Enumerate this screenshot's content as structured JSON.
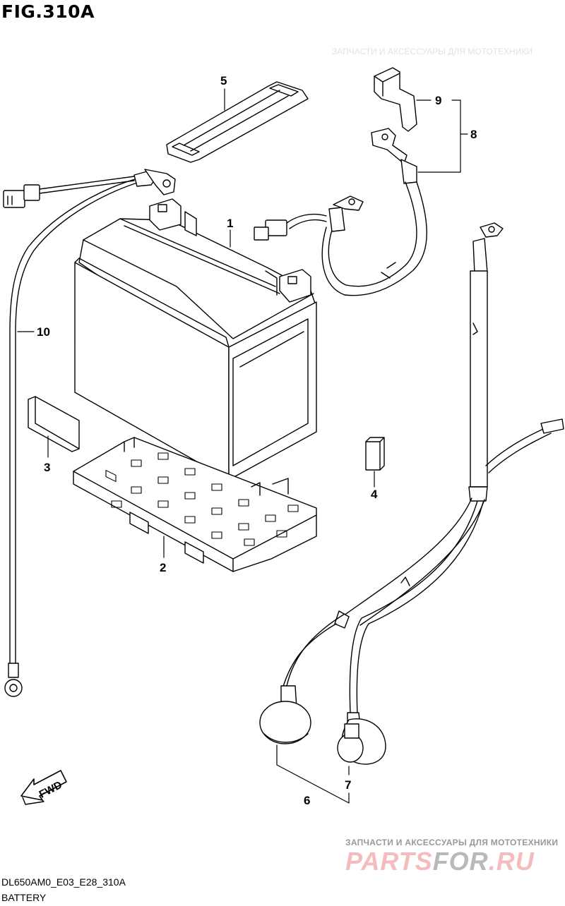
{
  "figure": {
    "title": "FIG.310A"
  },
  "footer": {
    "code": "DL650AM0_E03_E28_310A",
    "caption": "BATTERY"
  },
  "direction_label": "FWD",
  "watermark": {
    "tagline": "ЗАПЧАСТИ И АКСЕССУАРЫ ДЛЯ МОТОТЕХНИКИ",
    "brand_left": "PARTS",
    "brand_mid": "FOR",
    "brand_right": ".RU",
    "faint_text": "ЗАПЧАСТИ И АКСЕССУАРЫ ДЛЯ МОТОТЕХНИКИ"
  },
  "callouts": {
    "c1": "1",
    "c2": "2",
    "c3": "3",
    "c4": "4",
    "c5": "5",
    "c6": "6",
    "c7": "7",
    "c8": "8",
    "c9": "9",
    "c10": "10"
  },
  "colors": {
    "line": "#000000",
    "background": "#ffffff",
    "watermark_red": "#f4bcbc",
    "watermark_grey": "#b9b9b9"
  }
}
